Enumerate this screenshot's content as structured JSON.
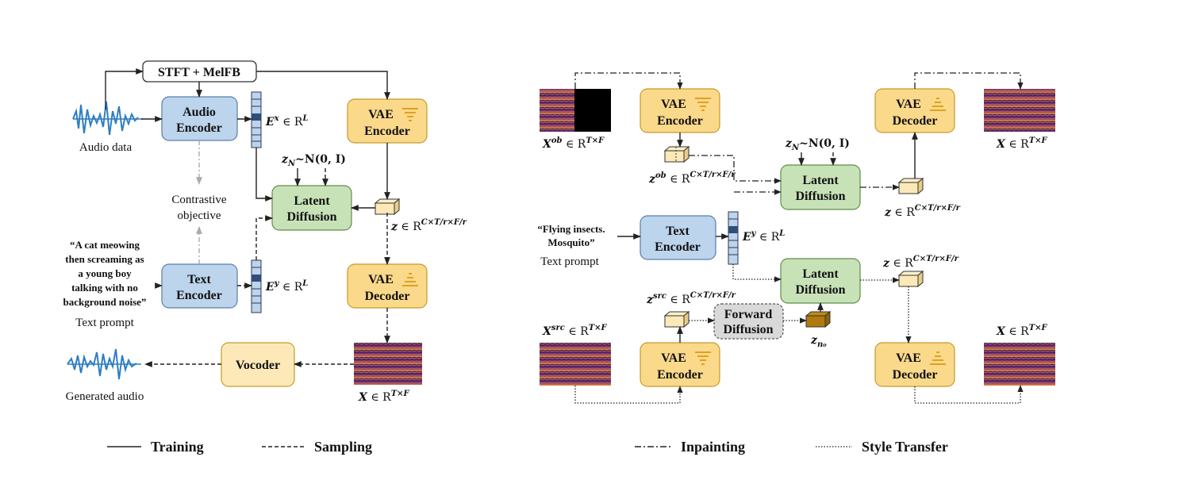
{
  "left": {
    "stft": "STFT + MelFB",
    "audio_encoder": [
      "Audio",
      "Encoder"
    ],
    "text_encoder": [
      "Text",
      "Encoder"
    ],
    "vae_encoder": [
      "VAE",
      "Encoder"
    ],
    "vae_decoder": [
      "VAE",
      "Decoder"
    ],
    "latent_diffusion": [
      "Latent",
      "Diffusion"
    ],
    "vocoder": "Vocoder",
    "audio_data": "Audio data",
    "contrastive": [
      "Contrastive",
      "objective"
    ],
    "prompt_lines": [
      "“A cat meowing",
      "then screaming as",
      "a young boy",
      "talking with no",
      "background noise”"
    ],
    "text_prompt": "Text prompt",
    "generated_audio": "Generated audio",
    "ex": "E",
    "ex_sup": "x",
    "ex_rest": " ∈ R",
    "ex_exp": "L",
    "ey": "E",
    "ey_sup": "y",
    "ey_rest": " ∈ R",
    "ey_exp": "L",
    "zn": "z",
    "zn_sub": "N",
    "zn_rest": "~N(0, I)",
    "z": "z",
    "z_rest": " ∈ R",
    "z_exp": "C×T/r×F/r",
    "x": "X",
    "x_rest": " ∈ R",
    "x_exp": "T×F"
  },
  "right": {
    "vae_encoder_top": [
      "VAE",
      "Encoder"
    ],
    "vae_decoder_top": [
      "VAE",
      "Decoder"
    ],
    "latent_diffusion_top": [
      "Latent",
      "Diffusion"
    ],
    "text_encoder": [
      "Text",
      "Encoder"
    ],
    "latent_diffusion_bot": [
      "Latent",
      "Diffusion"
    ],
    "forward_diffusion": [
      "Forward",
      "Diffusion"
    ],
    "vae_encoder_bot": [
      "VAE",
      "Encoder"
    ],
    "vae_decoder_bot": [
      "VAE",
      "Decoder"
    ],
    "prompt_lines": [
      "“Flying insects.",
      "Mosquito”"
    ],
    "text_prompt": "Text prompt",
    "xob": "X",
    "xob_sup": "ob",
    "xob_rest": " ∈ R",
    "xob_exp": "T×F",
    "zob": "z",
    "zob_sup": "ob",
    "zob_rest": " ∈ R",
    "zob_exp": "C×T/r×F/r",
    "zn": "z",
    "zn_sub": "N",
    "zn_rest": "~N(0, I)",
    "ey": "E",
    "ey_sup": "y",
    "ey_rest": " ∈ R",
    "ey_exp": "L",
    "z_top": "z",
    "z_top_rest": " ∈ R",
    "z_top_exp": "C×T/r×F/r",
    "x_top": "X",
    "x_top_rest": " ∈ R",
    "x_top_exp": "T×F",
    "z_mid": "z",
    "z_mid_rest": " ∈ R",
    "z_mid_exp": "C×T/r×F/r",
    "zsrc": "z",
    "zsrc_sup": "src",
    "zsrc_rest": " ∈ R",
    "zsrc_exp": "C×T/r×F/r",
    "zn0": "z",
    "zn0_sub": "n₀",
    "xsrc": "X",
    "xsrc_sup": "src",
    "xsrc_rest": " ∈ R",
    "xsrc_exp": "T×F",
    "x_bot": "X",
    "x_bot_rest": " ∈ R",
    "x_bot_exp": "T×F"
  },
  "legend": {
    "training": "Training",
    "sampling": "Sampling",
    "inpainting": "Inpainting",
    "style_transfer": "Style Transfer"
  }
}
